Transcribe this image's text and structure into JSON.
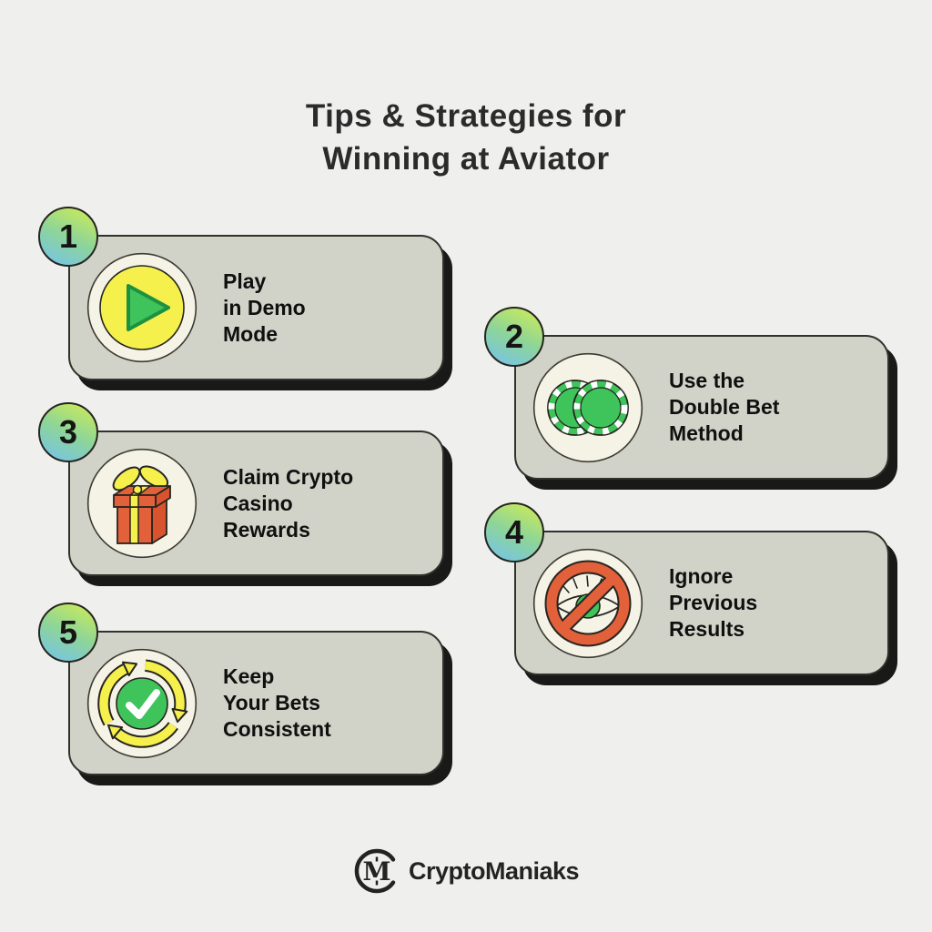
{
  "title": {
    "line1": "Tips & Strategies for",
    "line2": "Winning at Aviator"
  },
  "cards": [
    {
      "number": "1",
      "icon": "play-icon",
      "lines": [
        "Play",
        "in Demo",
        "Mode"
      ]
    },
    {
      "number": "2",
      "icon": "casino-chips-icon",
      "lines": [
        "Use the",
        "Double Bet",
        "Method"
      ]
    },
    {
      "number": "3",
      "icon": "gift-icon",
      "lines": [
        "Claim Crypto",
        "Casino",
        "Rewards"
      ]
    },
    {
      "number": "4",
      "icon": "no-eye-icon",
      "lines": [
        "Ignore",
        "Previous",
        "Results"
      ]
    },
    {
      "number": "5",
      "icon": "cycle-check-icon",
      "lines": [
        "Keep",
        "Your Bets",
        "Consistent"
      ]
    }
  ],
  "footer": {
    "brand": "CryptoManiaks"
  },
  "colors": {
    "bg": "#efefee",
    "card": "#d1d3c8",
    "cardBorder": "#31312b",
    "shadow": "#191917",
    "cream": "#f5f2e6",
    "creamBorder": "#3c3b33",
    "yellow": "#f6f04d",
    "green": "#3fc35b",
    "greenDark": "#1e9141",
    "orange": "#e2603a",
    "orangeDark": "#d9532f",
    "ink": "#26251f",
    "titleColor": "#2b2b2b",
    "textColor": "#101010",
    "brandColor": "#232323",
    "badgeFrom": "#cfec55",
    "badgeMid": "#8ed598",
    "badgeTo": "#74c3ec"
  }
}
